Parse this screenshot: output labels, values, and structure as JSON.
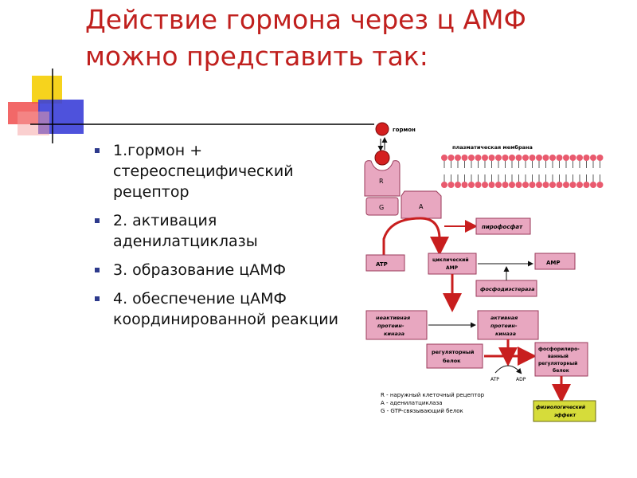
{
  "slide": {
    "title_lines": [
      "Действие гормона через ц АМФ",
      "можно представить так:"
    ],
    "bullets": [
      "1.гормон + стереоспецифический рецептор",
      "2. активация аденилатциклазы",
      "3. образование цАМФ",
      "4. обеспечение цАМФ координированной реакции"
    ]
  },
  "diagram": {
    "hormone_label": "гормон",
    "membrane_label": "плазматическая мембрана",
    "receptor_letter": "R",
    "gprotein_letter": "G",
    "cyclase_letter": "A",
    "pyrophosphate": "пирофосфат",
    "atp_box": "ATP",
    "camp_box": [
      "циклический",
      "AMP"
    ],
    "amp_box": "AMP",
    "phosphodiesterase": "фосфодиэстераза",
    "inactive_kinase": [
      "неактивная",
      "протеин-",
      "киназа"
    ],
    "active_kinase": [
      "активная",
      "протеин-",
      "киназа"
    ],
    "reg_protein": [
      "регуляторный",
      "белок"
    ],
    "phospho_protein": [
      "фосфорилиро-",
      "ванный",
      "регуляторный",
      "белок"
    ],
    "atp_small": "ATP",
    "adp_small": "ADP",
    "physio_effect": [
      "физиологический",
      "эффект"
    ],
    "legend": [
      "R - наружный клеточный рецептор",
      "A - аденилатциклаза",
      "G - GTP-связывающий белок"
    ],
    "colors": {
      "box": "#e8a7c0",
      "box_border": "#9a3a5a",
      "arrow": "#c81e1e",
      "membrane": "#e95a6e",
      "effect_box": "#d6dc3a"
    }
  }
}
